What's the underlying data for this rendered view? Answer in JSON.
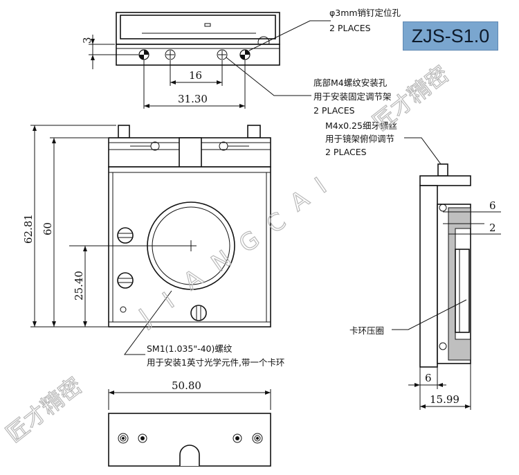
{
  "model": "ZJS-S1.0",
  "watermark": {
    "brand": "匠才精密",
    "spaced_text": [
      "J",
      "I",
      "A",
      "N",
      "G",
      "C",
      "A",
      "I"
    ]
  },
  "dimensions": {
    "pin_offset": "3",
    "hole_spacing": "16",
    "hole_span": "31.30",
    "overall_height": "62.81",
    "body_height": "60",
    "center_height": "25.40",
    "width": "50.80",
    "side_depth_6": "6",
    "side_depth_2": "2",
    "side_bottom_6": "6",
    "side_total": "15.99"
  },
  "callouts": {
    "pin_holes": {
      "line1": "φ3mm销钉定位孔",
      "line2": "2 PLACES"
    },
    "mount_holes": {
      "line1": "底部M4螺纹安装孔",
      "line2": "用于安装固定调节架",
      "line3": "2 PLACES"
    },
    "adjust_screws": {
      "line1": "M4x0.25细牙螺丝",
      "line2": "用于镜架俯仰调节",
      "line3": "2 PLACES"
    },
    "retaining_ring": {
      "line1": "卡环压圈"
    },
    "thread": {
      "line1": "SM1(1.035\"-40)螺纹",
      "line2": "用于安装1英寸光学元件,带一个卡环"
    }
  },
  "colors": {
    "badge": "#7aa6cf",
    "line": "#111111",
    "watermark": "#b8b8b8"
  }
}
